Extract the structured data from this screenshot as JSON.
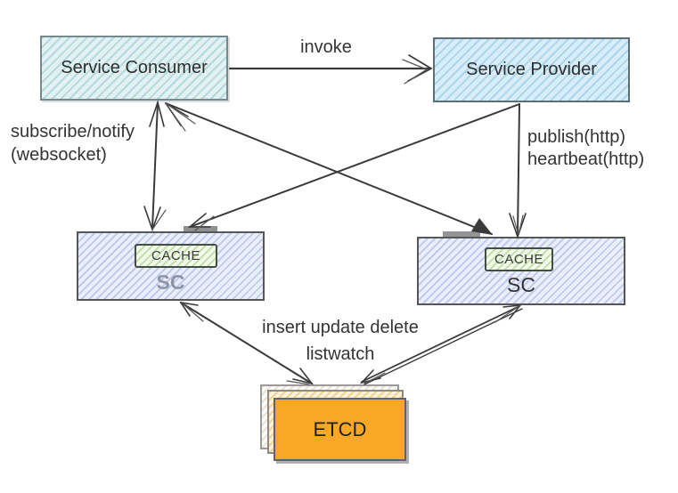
{
  "diagram": {
    "nodes": {
      "service_consumer": {
        "label": "Service Consumer"
      },
      "service_provider": {
        "label": "Service Provider"
      },
      "sc_left": {
        "label": "SC",
        "cache_label": "CACHE"
      },
      "sc_right": {
        "label": "SC",
        "cache_label": "CACHE"
      },
      "etcd": {
        "label": "ETCD"
      }
    },
    "edges": {
      "invoke": {
        "label": "invoke"
      },
      "subscribe": {
        "line1": "subscribe/notify",
        "line2": "(websocket)"
      },
      "publish": {
        "line1": "publish(http)",
        "line2": "heartbeat(http)"
      },
      "etcd_ops": {
        "line1": "insert update delete",
        "line2": "listwatch"
      }
    },
    "colors": {
      "etcd_fill": "#f9a825",
      "consumer_fill": "#e4f1f3",
      "provider_fill": "#d9edf8",
      "sc_fill": "#ebeffc",
      "cache_fill": "#f3f9ec",
      "line": "#3a3a3a"
    }
  }
}
